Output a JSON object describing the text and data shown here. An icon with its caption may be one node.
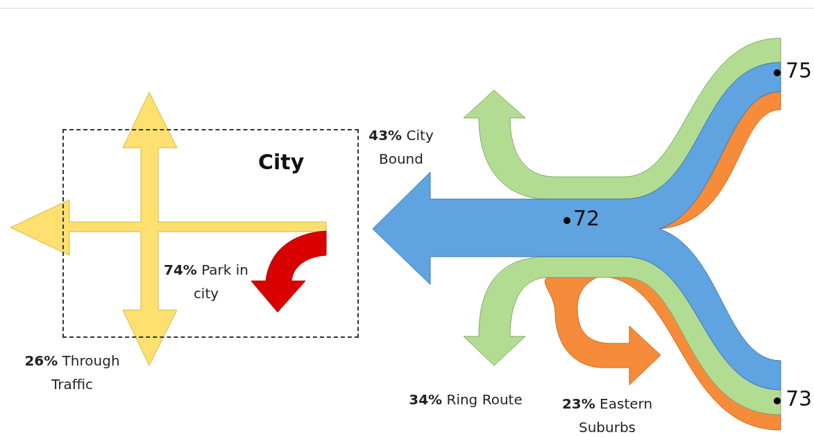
{
  "diagram": {
    "nodes": [
      {
        "text": [
          "City"
        ]
      }
    ],
    "labels": [
      "75",
      "**43%** City Bound",
      "72",
      "**74%** Park in city",
      "**26%** Through Traffic",
      "**34%** Ring Route",
      "73",
      "**23%** Eastern Suburbs"
    ]
  }
}
